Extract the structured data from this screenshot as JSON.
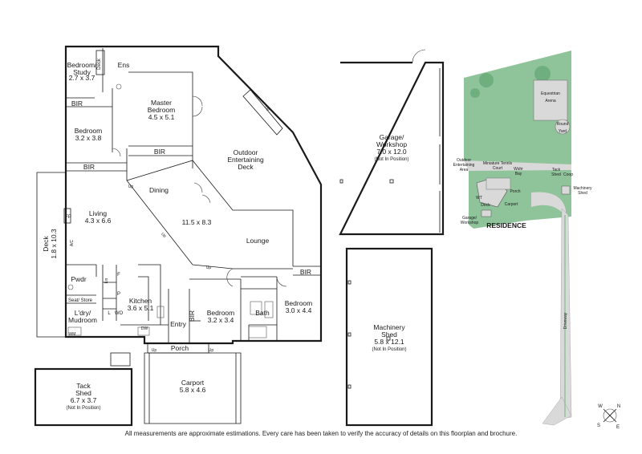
{
  "rooms": {
    "bedroom_study": {
      "name": "Bedroom/\nStudy",
      "dim": "2.7 x 3.7"
    },
    "deck_small": "Deck",
    "ens": "Ens",
    "master": {
      "name": "Master\nBedroom",
      "dim": "4.5 x 5.1"
    },
    "bir": "BIR",
    "bedroom1": {
      "name": "Bedroom",
      "dim": "3.2 x 3.8"
    },
    "outdoor": {
      "name": "Outdoor\nEntertaining\nDeck"
    },
    "dining": "Dining",
    "living": {
      "name": "Living",
      "dim": "4.3 x 6.6"
    },
    "fp": "FP",
    "ac": "A/C",
    "main_dim": "11.5 x 8.3",
    "lounge": "Lounge",
    "deck_side": {
      "name": "Deck",
      "dim": "1.8 x 10.3"
    },
    "pwdr": "Pwdr",
    "seat_store": "Seat/ Store",
    "ldry": {
      "name": "L'dry/\nMudroom"
    },
    "wm": "WM",
    "lin": "Lin",
    "f": "F",
    "p": "P",
    "l": "L",
    "wo": "WO",
    "kitchen": {
      "name": "Kitchen",
      "dim": "3.6 x 5.1"
    },
    "dw": "DW",
    "entry": "Entry",
    "bedroom2": {
      "name": "Bedroom",
      "dim": "3.2 x 3.4"
    },
    "bath": "Bath",
    "bedroom3": {
      "name": "Bedroom",
      "dim": "3.0 x 4.4"
    },
    "porch": "Porch",
    "up": "Up",
    "carport": {
      "name": "Carport",
      "dim": "5.8 x 4.6"
    },
    "tack_shed": {
      "name": "Tack\nShed",
      "dim": "6.7 x 3.7",
      "note": "(Not In Position)"
    },
    "garage": {
      "name": "Garage/\nWorkshop",
      "dim": "7.0 x 12.0",
      "note": "(Not In Position)"
    },
    "machinery": {
      "name": "Machinery\nShed",
      "dim": "5.8 x 12.1",
      "note": "(Not In Position)"
    }
  },
  "site": {
    "equestrian": "Equestrian\nArena",
    "round_yard": "Round\nYard",
    "outdoor_area": "Outdoor\nEntertaining\nArea",
    "tennis": "Miniature Tennis\nCourt",
    "wsb": "Wshr\nBay",
    "tack": "Tack\nShed",
    "coop": "Coop",
    "machinery_shed": "Machinery\nShed",
    "wt": "WT",
    "deck": "Deck",
    "porch": "Porch",
    "carport": "Carport",
    "garage": "Garage/\nWorkshop",
    "residence": "RESIDENCE",
    "driveway": "Driveway",
    "colors": {
      "grass": "#8fc39a",
      "grass_dark": "#6fae7f",
      "path": "#d9d9d9"
    }
  },
  "compass": {
    "n": "N",
    "s": "S",
    "e": "E",
    "w": "W"
  },
  "footer": {
    "disclaimer": "All measurements are approximate estimations. Every care has been taken to verify the accuracy of details on this floorplan and brochure."
  }
}
